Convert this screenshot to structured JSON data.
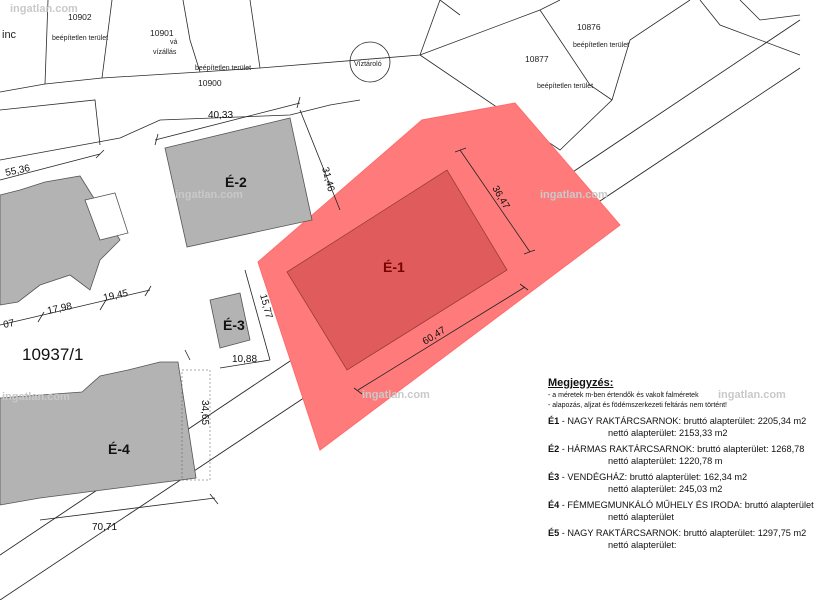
{
  "colors": {
    "site": "#ff7b7b",
    "building_e1": "#e05c5c",
    "building_gray": "#b3b3b3",
    "lines": "#2a2a2a"
  },
  "parcels": {
    "p10902": "10902",
    "p10902_note": "beépítetlen terület",
    "p10901": "10901",
    "p10901_va": "vá",
    "p10901_viz": "vízállás",
    "p10900_note": "beépítetlen terület",
    "p10900": "10900",
    "p10876": "10876",
    "p10876_note": "beépítetlen terület",
    "p10877": "10877",
    "p10877_note": "beépítetlen terület",
    "p10937": "10937/1",
    "left_fragment": "inc"
  },
  "water_tank": "Víztároló",
  "buildings": {
    "e1": "É-1",
    "e2": "É-2",
    "e3": "É-3",
    "e4": "É-4"
  },
  "dimensions": {
    "d4033": "40,33",
    "d3146": "31,46",
    "d5536": "55,36",
    "d3647": "36,47",
    "d6047": "60,47",
    "d1577": "15,77",
    "d1088": "10,88",
    "d1798": "17,98",
    "d1945": "19,45",
    "d07": "07",
    "d3465": "34,65",
    "d7071": "70,71"
  },
  "watermarks": {
    "w1": "ingatlan.com",
    "w2": "ingatlan.com",
    "w3": "ingatlan.com",
    "w4": "ingatlan.com",
    "w5": "ingatlan.com",
    "w6": "ingatlan.com"
  },
  "notes": {
    "title": "Megjegyzés:",
    "line1": "- a méretek m-ben értendők és vakolt falméretek",
    "line2": "- alapozás, aljzat és födémszerkezeti feltárás nem történt!",
    "entries": [
      {
        "code": "É1",
        "text": " - NAGY RAKTÁRCSARNOK: bruttó alapterület: 2205,34 m2",
        "net": "nettó alapterület: 2153,33 m2"
      },
      {
        "code": "É2",
        "text": " - HÁRMAS RAKTÁRCSARNOK: bruttó alapterület: 1268,78",
        "net": "nettó alapterület: 1220,78 m"
      },
      {
        "code": "É3",
        "text": " - VENDÉGHÁZ: bruttó alapterület: 162,34 m2",
        "net": "nettó alapterület: 245,03 m2"
      },
      {
        "code": "É4",
        "text": " - FÉMMEGMUNKÁLÓ MŰHELY ÉS IRODA: bruttó alapterület",
        "net": "nettó alapterület"
      },
      {
        "code": "É5",
        "text": " - NAGY RAKTÁRCSARNOK: bruttó alapterület: 1297,75 m2",
        "net": "nettó alapterület:"
      }
    ]
  }
}
